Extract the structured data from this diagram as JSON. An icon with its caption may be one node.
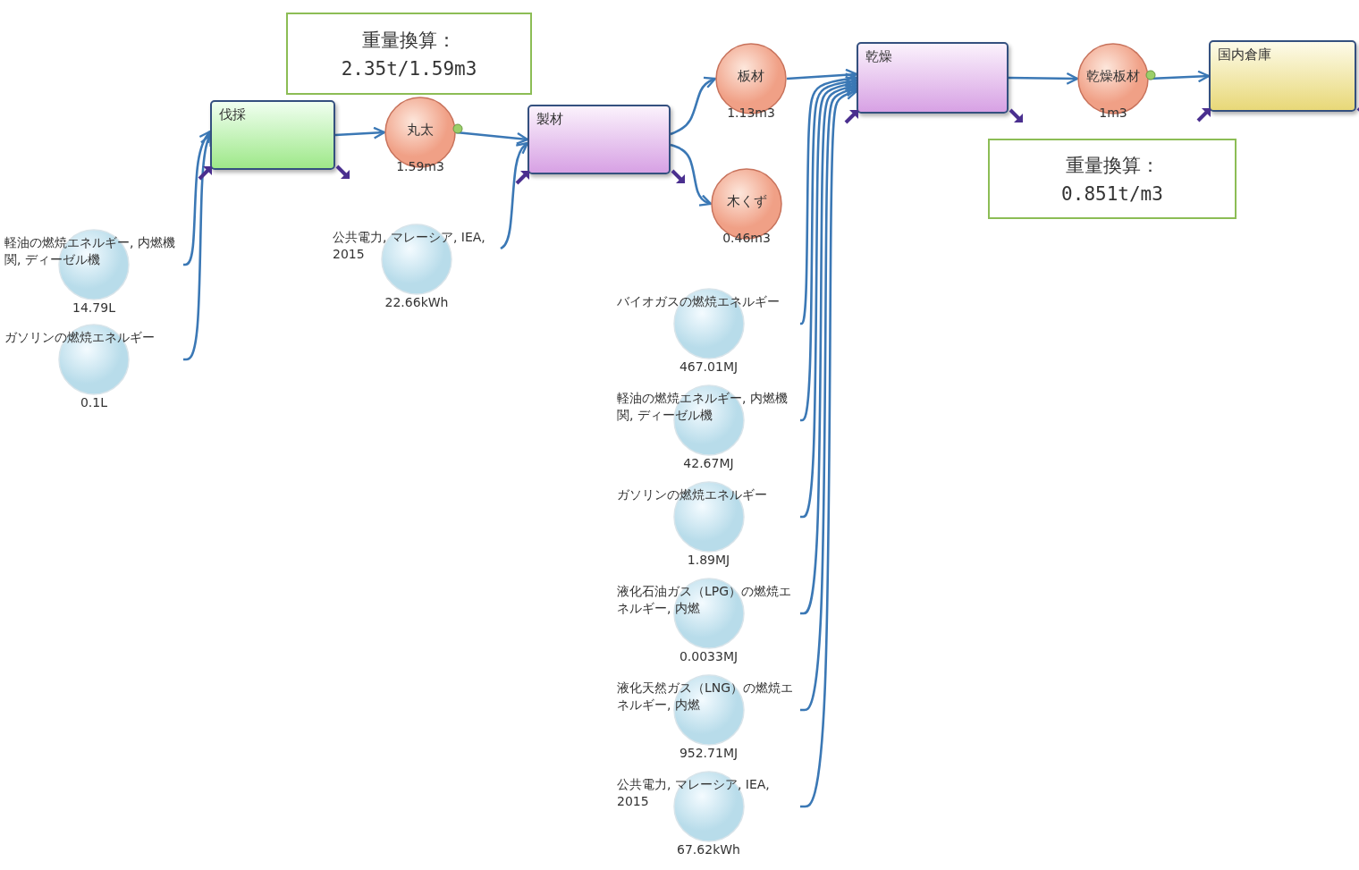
{
  "diagram": {
    "nodes": [
      {
        "text": [
          "伐採"
        ]
      },
      {
        "text": [
          "丸太",
          "1.59m3"
        ]
      },
      {
        "text": [
          "製材"
        ]
      },
      {
        "text": [
          "板材",
          "1.13m3"
        ]
      },
      {
        "text": [
          "木くず",
          "0.46m3"
        ]
      },
      {
        "text": [
          "乾燥"
        ]
      },
      {
        "text": [
          "乾燥板材",
          "1m3"
        ]
      },
      {
        "text": [
          "国内倉庫"
        ]
      },
      {
        "text": [
          "軽油の燃焼エネルギー, 内燃機関, ディーゼル機",
          "14.79L"
        ]
      },
      {
        "text": [
          "ガソリンの燃焼エネルギー",
          "0.1L"
        ]
      },
      {
        "text": [
          "公共電力, マレーシア, IEA, 2015",
          "22.66kWh"
        ]
      },
      {
        "text": [
          "バイオガスの燃焼エネルギー",
          "467.01MJ"
        ]
      },
      {
        "text": [
          "軽油の燃焼エネルギー, 内燃機関, ディーゼル機",
          "42.67MJ"
        ]
      },
      {
        "text": [
          "ガソリンの燃焼エネルギー",
          "1.89MJ"
        ]
      },
      {
        "text": [
          "液化石油ガス（LPG）の燃焼エネルギー, 内燃",
          "0.0033MJ"
        ]
      },
      {
        "text": [
          "液化天然ガス（LNG）の燃焼エネルギー, 内燃",
          "952.71MJ"
        ]
      },
      {
        "text": [
          "公共電力, マレーシア, IEA, 2015",
          "67.62kWh"
        ]
      },
      {
        "text": [
          "重量換算：",
          "2.35t/1.59m3"
        ]
      },
      {
        "text": [
          "重量換算：",
          "0.851t/m3"
        ]
      }
    ],
    "edges": [
      {
        "from": 8,
        "to": 0,
        "arrow": "to"
      },
      {
        "from": 9,
        "to": 0,
        "arrow": "to"
      },
      {
        "from": 0,
        "to": 1,
        "arrow": "to"
      },
      {
        "from": 1,
        "to": 2,
        "arrow": "to"
      },
      {
        "from": 10,
        "to": 2,
        "arrow": "to"
      },
      {
        "from": 2,
        "to": 3,
        "arrow": "to"
      },
      {
        "from": 2,
        "to": 4,
        "arrow": "to"
      },
      {
        "from": 3,
        "to": 5,
        "arrow": "to"
      },
      {
        "from": 11,
        "to": 5,
        "arrow": "to"
      },
      {
        "from": 12,
        "to": 5,
        "arrow": "to"
      },
      {
        "from": 13,
        "to": 5,
        "arrow": "to"
      },
      {
        "from": 14,
        "to": 5,
        "arrow": "to"
      },
      {
        "from": 15,
        "to": 5,
        "arrow": "to"
      },
      {
        "from": 16,
        "to": 5,
        "arrow": "to"
      },
      {
        "from": 5,
        "to": 6,
        "arrow": "to"
      },
      {
        "from": 6,
        "to": 7,
        "arrow": "to"
      }
    ]
  }
}
